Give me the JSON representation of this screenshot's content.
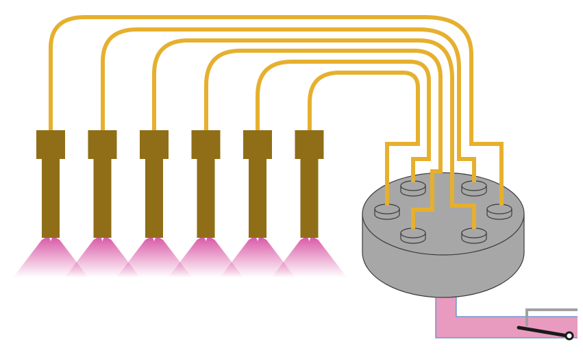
{
  "colors": {
    "tube": "#E6B02E",
    "nozzle": "#8F6E17",
    "spray": "#D64A9E",
    "manifold_body": "#A7A7A7",
    "manifold_outline": "#3A3A3A",
    "supply_pipe": "#E89BBE",
    "supply_outline": "#5B8FD0",
    "lever_frame": "#A0A0A0",
    "lever": "#1A1A1A",
    "background": "#FFFFFF"
  },
  "diagram": {
    "nozzle_count": 6,
    "outlet_count": 6,
    "components": [
      "spray-nozzle",
      "manifold",
      "outlet-port",
      "feed-tube",
      "supply-pipe",
      "valve-lever"
    ]
  }
}
